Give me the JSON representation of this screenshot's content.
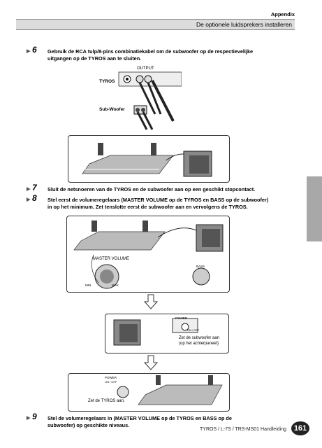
{
  "header": {
    "section": "Appendix",
    "title": "De optionele luidsprekers installeren"
  },
  "steps": [
    {
      "num": "6",
      "line1": "Gebruik de RCA tulp/8-pins combinatiekabel om de subwoofer op de respectievelijke",
      "line2": "uitgangen op de TYROS aan te sluiten."
    },
    {
      "num": "7",
      "line1": "Sluit de netsnoeren van de TYROS en de subwoofer aan op een geschikt stopcontact.",
      "line2": ""
    },
    {
      "num": "8",
      "line1": "Stel eerst de volumeregelaars (MASTER VOLUME op de TYROS en BASS op de subwoofer)",
      "line2": "in op het minimum.  Zet tenslotte eerst de subwoofer aan en vervolgens de TYROS."
    },
    {
      "num": "9",
      "line1": "Stel de volumeregelaars in (MASTER VOLUME op de TYROS en BASS op de",
      "line2": "subwoofer) op geschikte niveaus."
    }
  ],
  "figure1": {
    "tyros_label": "TYROS",
    "sub_label": "Sub-Woofer",
    "out_label": "OUTPUT"
  },
  "figure3": {
    "master_label": "MASTER VOLUME",
    "min": "MIN",
    "max": "MAX",
    "bass_label": "BASS"
  },
  "figure4": {
    "power_label": "POWER",
    "on_off": "ON / OFF",
    "caption1": "Zet de subwoofer aan",
    "caption2": "(op het achterpaneel)"
  },
  "figure5": {
    "power_label": "POWER",
    "on_off": "ON / OFF",
    "caption": "Zet de TYROS aan."
  },
  "footer": {
    "text": "TYROS / L-7S / TRS-MS01 Handleiding",
    "page": "161"
  }
}
